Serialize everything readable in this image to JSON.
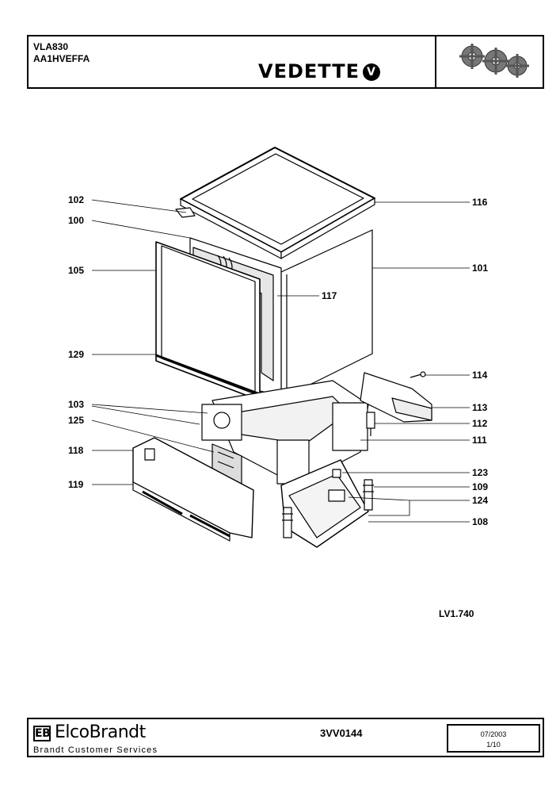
{
  "header": {
    "model": "VLA830",
    "reference": "AA1HVEFFA",
    "brand": "VEDETTE",
    "brand_mark": "V",
    "illustration": "gears-icon"
  },
  "diagram": {
    "callouts": [
      {
        "id": "c102",
        "label": "102"
      },
      {
        "id": "c100",
        "label": "100"
      },
      {
        "id": "c105",
        "label": "105"
      },
      {
        "id": "c129",
        "label": "129"
      },
      {
        "id": "c103",
        "label": "103"
      },
      {
        "id": "c125",
        "label": "125"
      },
      {
        "id": "c118",
        "label": "118"
      },
      {
        "id": "c119",
        "label": "119"
      },
      {
        "id": "c116",
        "label": "116"
      },
      {
        "id": "c101",
        "label": "101"
      },
      {
        "id": "c117",
        "label": "117"
      },
      {
        "id": "c114",
        "label": "114"
      },
      {
        "id": "c113",
        "label": "113"
      },
      {
        "id": "c112",
        "label": "112"
      },
      {
        "id": "c111",
        "label": "111"
      },
      {
        "id": "c123",
        "label": "123"
      },
      {
        "id": "c109",
        "label": "109"
      },
      {
        "id": "c124",
        "label": "124"
      },
      {
        "id": "c108",
        "label": "108"
      }
    ],
    "reference": "LV1.740"
  },
  "footer": {
    "logo_mark": "EB",
    "company": "ElcoBrandt",
    "subtitle": "Brandt Customer Services",
    "doc_code": "3VV0144",
    "date": "07/2003",
    "page": "1/10"
  }
}
